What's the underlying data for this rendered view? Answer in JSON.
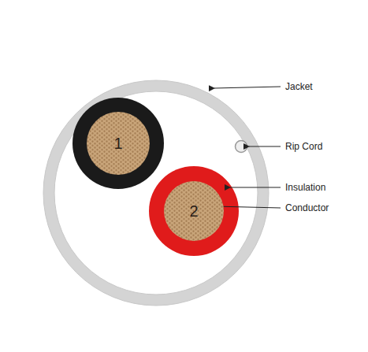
{
  "diagram": {
    "nodes": [
      {
        "text": [
          "1"
        ]
      },
      {
        "text": [
          "2"
        ]
      }
    ],
    "labels": [
      "Jacket",
      "Rip Cord",
      "Insulation",
      "Conductor"
    ]
  }
}
